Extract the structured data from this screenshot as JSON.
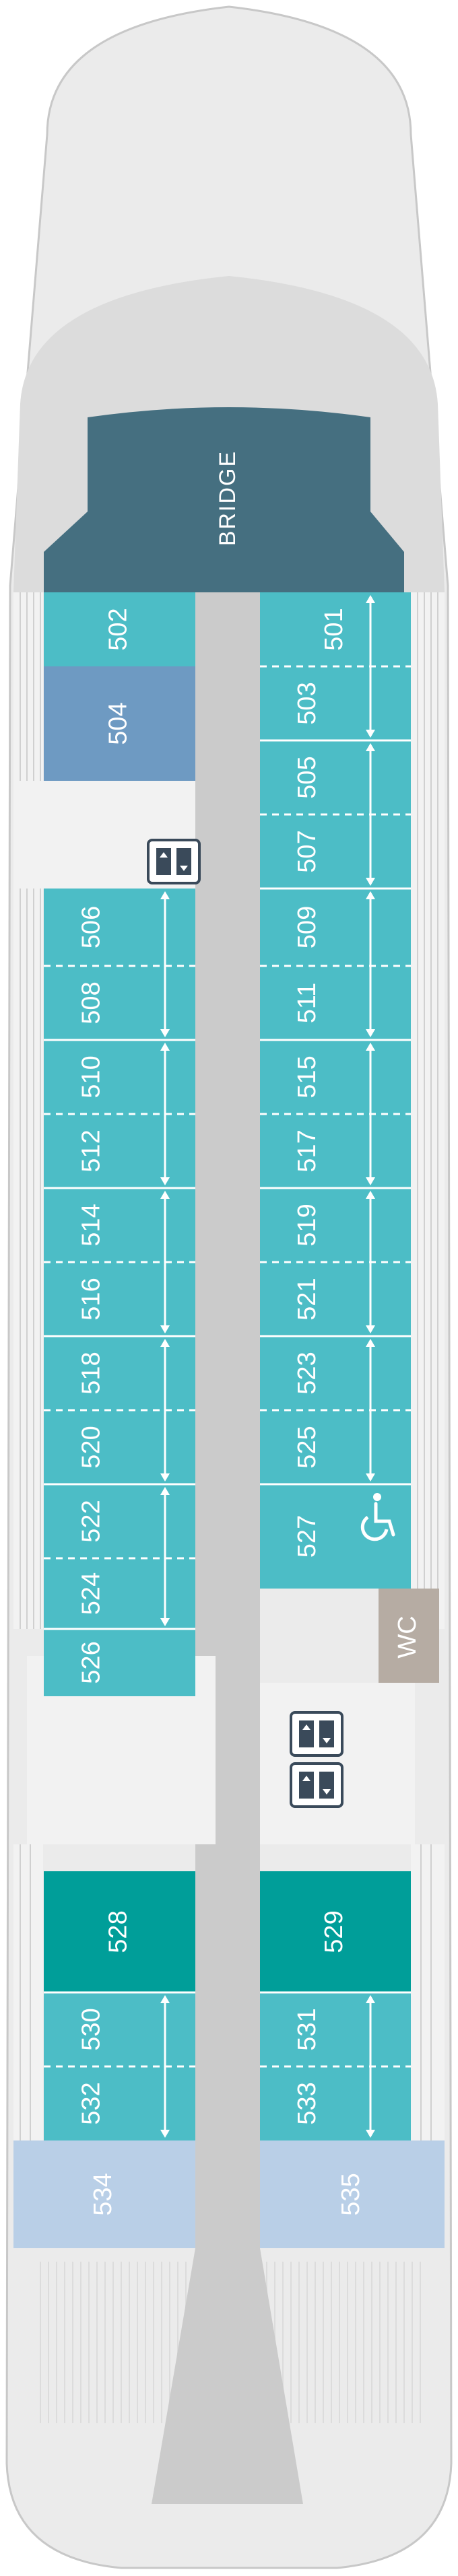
{
  "deck": {
    "bridge_label": "BRIDGE",
    "wc_label": "WC",
    "colors": {
      "standard": "#4cbdc6",
      "deluxe": "#009e99",
      "suite_light": "#b9cfe7",
      "special": "#6e9ac2",
      "bridge": "#456f80",
      "corridor": "#cbcbcb",
      "wc": "#b6aca3",
      "hull": "#e6e6e6"
    },
    "cabins": [
      {
        "number": "502",
        "category": "standard"
      },
      {
        "number": "504",
        "category": "special"
      },
      {
        "number": "506",
        "category": "standard"
      },
      {
        "number": "508",
        "category": "standard"
      },
      {
        "number": "510",
        "category": "standard"
      },
      {
        "number": "512",
        "category": "standard"
      },
      {
        "number": "514",
        "category": "standard"
      },
      {
        "number": "516",
        "category": "standard"
      },
      {
        "number": "518",
        "category": "standard"
      },
      {
        "number": "520",
        "category": "standard"
      },
      {
        "number": "522",
        "category": "standard"
      },
      {
        "number": "524",
        "category": "standard"
      },
      {
        "number": "526",
        "category": "standard"
      },
      {
        "number": "501",
        "category": "standard"
      },
      {
        "number": "503",
        "category": "standard"
      },
      {
        "number": "505",
        "category": "standard"
      },
      {
        "number": "507",
        "category": "standard"
      },
      {
        "number": "509",
        "category": "standard"
      },
      {
        "number": "511",
        "category": "standard"
      },
      {
        "number": "515",
        "category": "standard"
      },
      {
        "number": "517",
        "category": "standard"
      },
      {
        "number": "519",
        "category": "standard"
      },
      {
        "number": "521",
        "category": "standard"
      },
      {
        "number": "523",
        "category": "standard"
      },
      {
        "number": "525",
        "category": "standard"
      },
      {
        "number": "527",
        "category": "standard"
      },
      {
        "number": "528",
        "category": "deluxe"
      },
      {
        "number": "529",
        "category": "deluxe"
      },
      {
        "number": "530",
        "category": "standard"
      },
      {
        "number": "532",
        "category": "standard"
      },
      {
        "number": "531",
        "category": "standard"
      },
      {
        "number": "533",
        "category": "standard"
      },
      {
        "number": "534",
        "category": "suite_light"
      },
      {
        "number": "535",
        "category": "suite_light"
      }
    ],
    "icons": [
      "elevator-icon",
      "elevator-icon",
      "elevator-icon",
      "wheelchair-icon"
    ]
  }
}
